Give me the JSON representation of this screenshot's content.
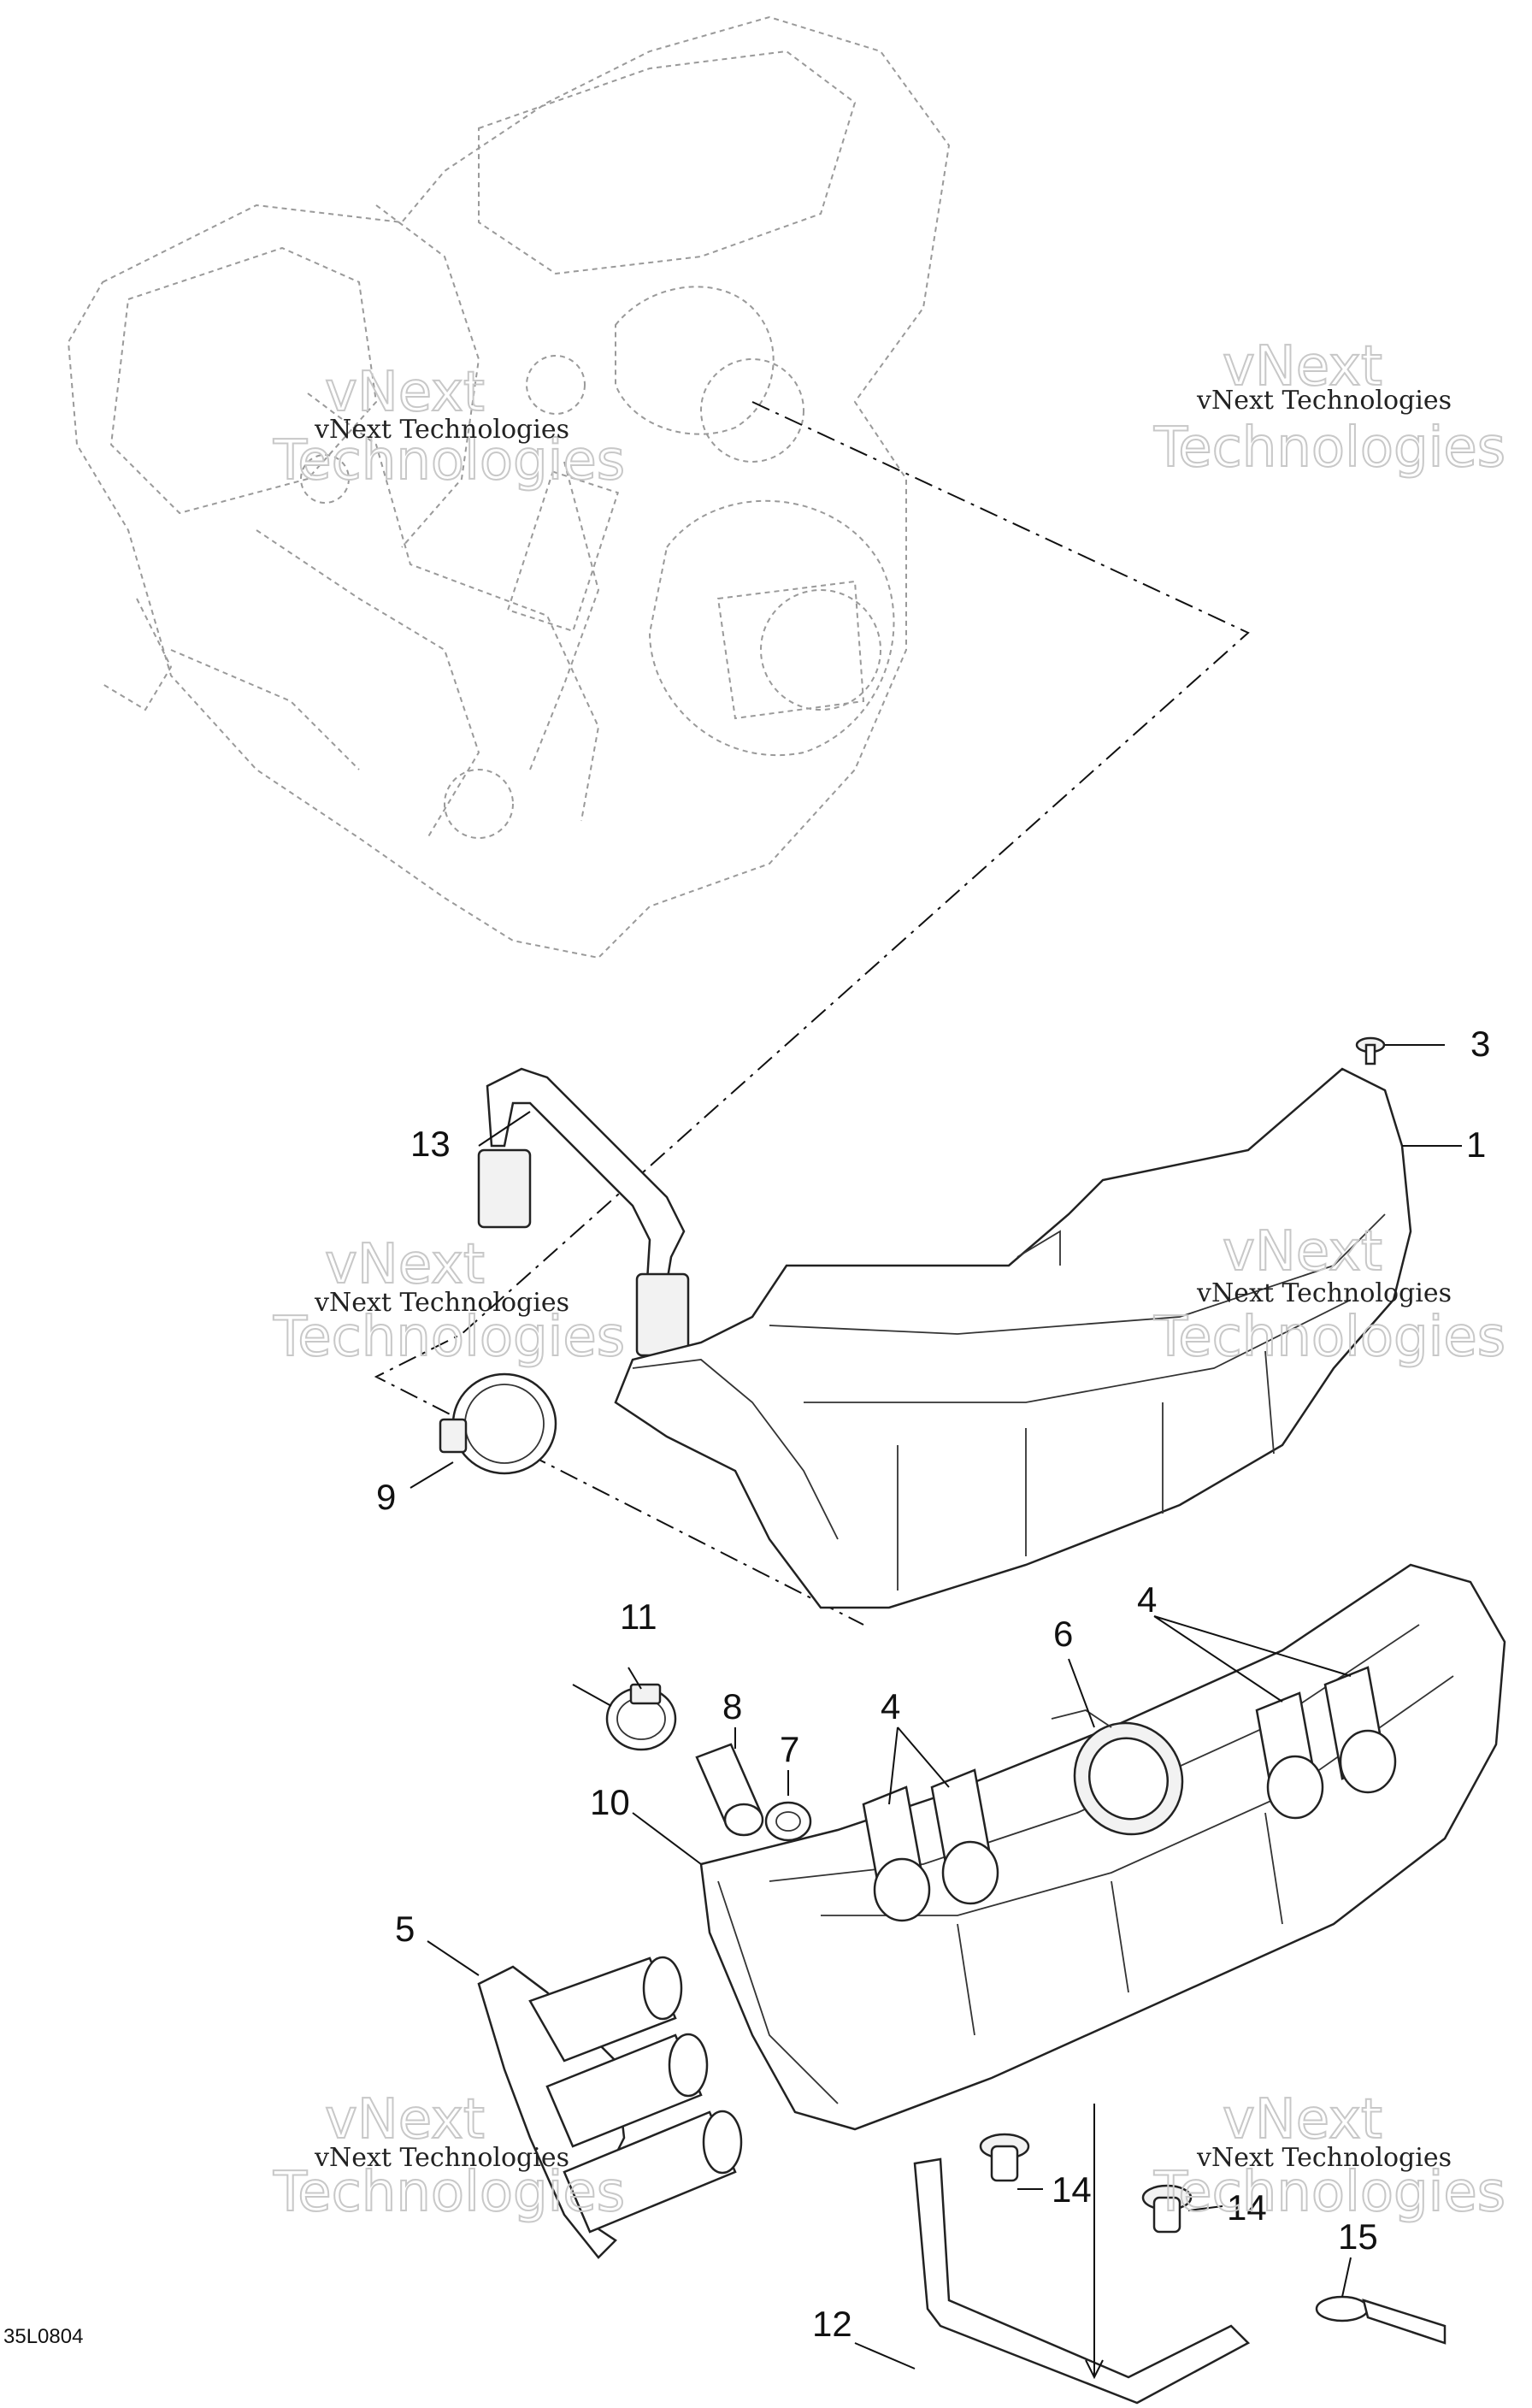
{
  "diagram": {
    "reference_code": "35L0804",
    "watermark": {
      "line1": "vNext Technologies",
      "big1": "vNext",
      "big2": "Technologies"
    },
    "callouts": {
      "c1": "1",
      "c3": "3",
      "c4a": "4",
      "c4b": "4",
      "c5": "5",
      "c6": "6",
      "c7": "7",
      "c8": "8",
      "c9": "9",
      "c10": "10",
      "c11": "11",
      "c12": "12",
      "c13": "13",
      "c14a": "14",
      "c14b": "14",
      "c15": "15"
    }
  }
}
